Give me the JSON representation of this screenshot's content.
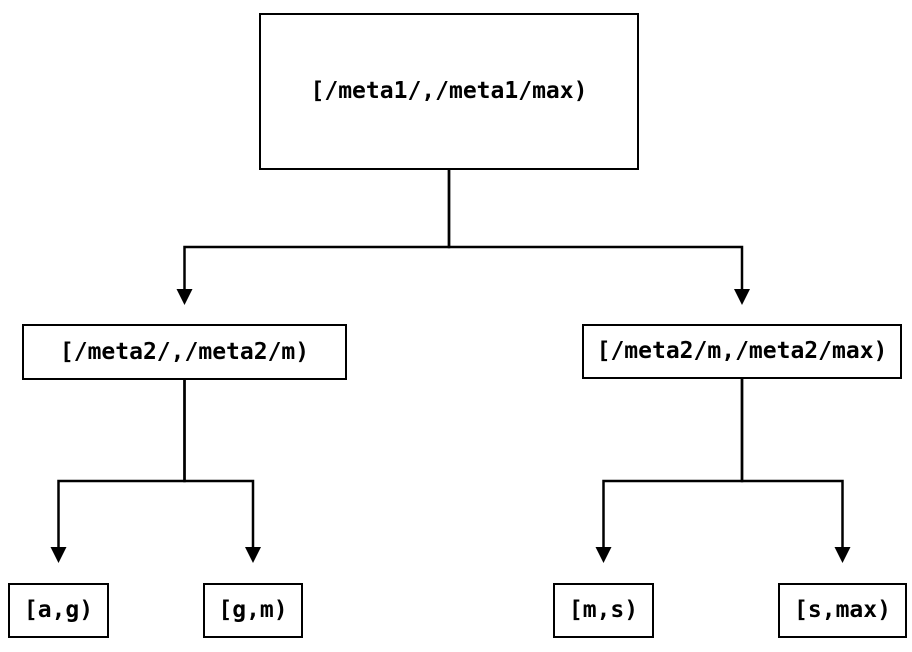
{
  "diagram": {
    "type": "tree",
    "colors": {
      "background": "#ffffff",
      "line": "#000000",
      "box_border": "#000000",
      "text": "#000000"
    },
    "nodes": {
      "root": {
        "label": "[/meta1/,/meta1/max)"
      },
      "meta2_low": {
        "label": "[/meta2/,/meta2/m)"
      },
      "meta2_high": {
        "label": "[/meta2/m,/meta2/max)"
      },
      "leaf_ag": {
        "label": "[a,g)"
      },
      "leaf_gm": {
        "label": "[g,m)"
      },
      "leaf_ms": {
        "label": "[m,s)"
      },
      "leaf_smax": {
        "label": "[s,max)"
      }
    },
    "edges": [
      {
        "from": "root",
        "to": "meta2_low"
      },
      {
        "from": "root",
        "to": "meta2_high"
      },
      {
        "from": "meta2_low",
        "to": "leaf_ag"
      },
      {
        "from": "meta2_low",
        "to": "leaf_gm"
      },
      {
        "from": "meta2_high",
        "to": "leaf_ms"
      },
      {
        "from": "meta2_high",
        "to": "leaf_smax"
      }
    ]
  }
}
